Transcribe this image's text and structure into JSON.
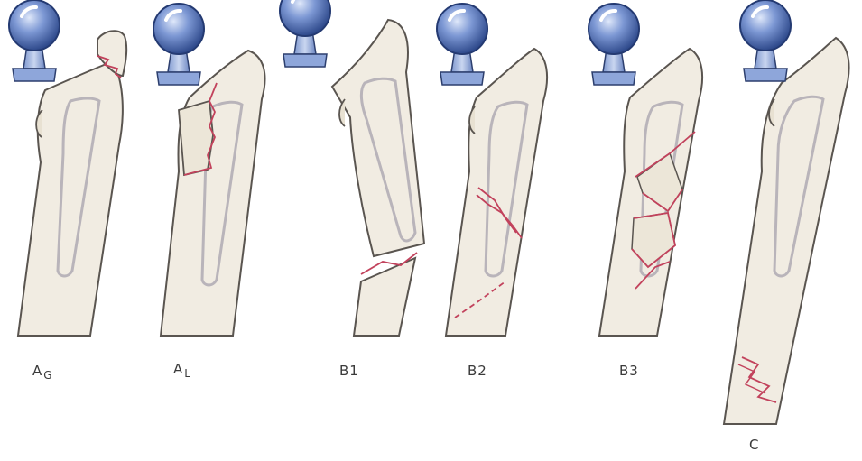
{
  "labels": {
    "ag": {
      "main": "A",
      "sub": "G"
    },
    "al": {
      "main": "A",
      "sub": "L"
    },
    "b1": "B1",
    "b2": "B2",
    "b3": "B3",
    "c": "C"
  },
  "colors": {
    "bone_fill": "#f1ece2",
    "bone_stroke": "#5a5550",
    "implant_head": "#5f7fc4",
    "implant_neck": "#9db3de",
    "stem_outline": "#b9b4ba",
    "fracture_line": "#c2425c",
    "label_text": "#3a3a3a"
  }
}
